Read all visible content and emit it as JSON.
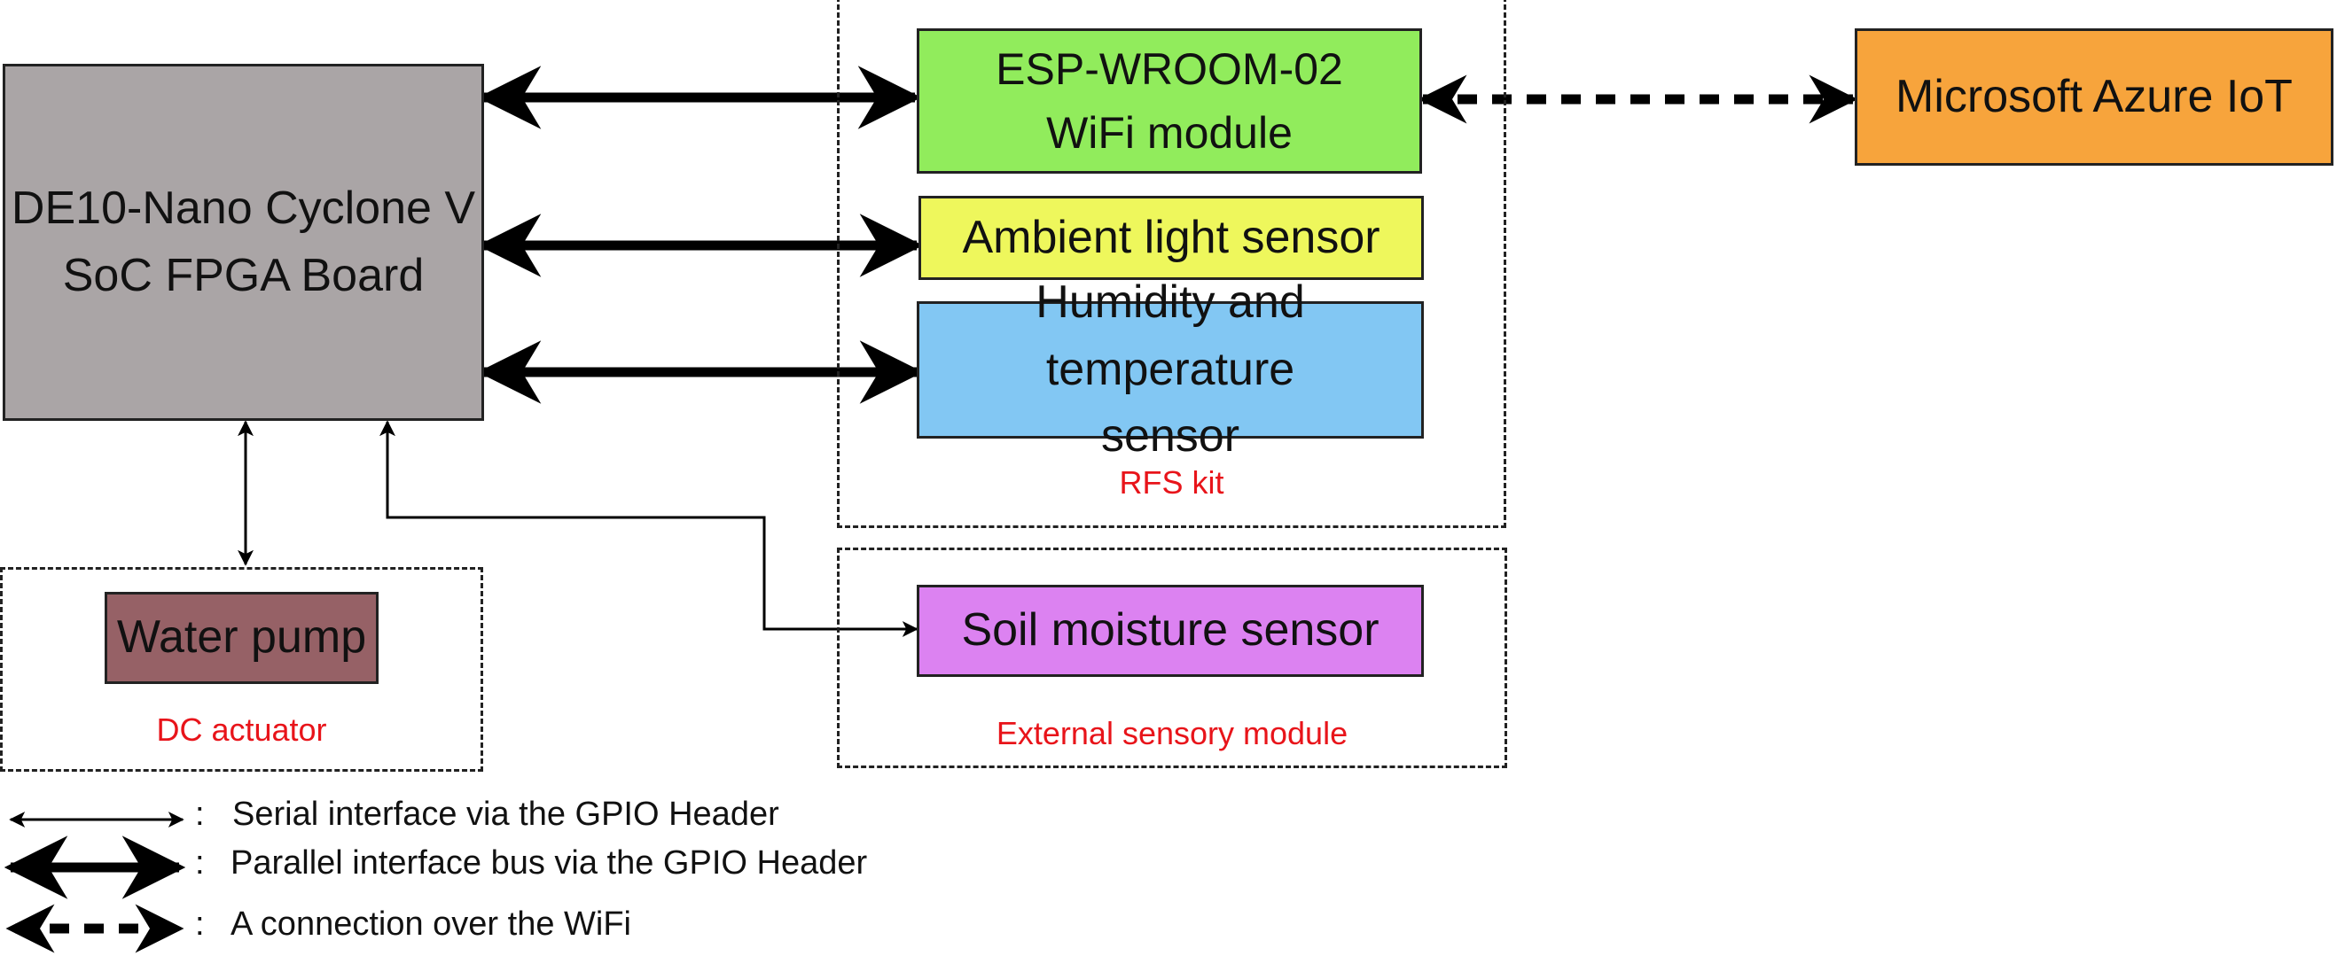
{
  "blocks": {
    "fpga": {
      "line1": "DE10-Nano Cyclone V",
      "line2": "SoC FPGA Board",
      "color": "#aaa5a6"
    },
    "wifi": {
      "line1": "ESP-WROOM-02",
      "line2": "WiFi module",
      "color": "#91ec5c"
    },
    "ambient": {
      "label": "Ambient light sensor",
      "color": "#eef75c"
    },
    "humidity": {
      "line1": "Humidity and temperature",
      "line2": "sensor",
      "color": "#82c7f3"
    },
    "azure": {
      "label": "Microsoft Azure IoT",
      "color": "#f7a43c"
    },
    "pump": {
      "label": "Water pump",
      "color": "#966166"
    },
    "soil": {
      "label": "Soil moisture sensor",
      "color": "#dc82f1"
    }
  },
  "groups": {
    "rfs": {
      "label": "RFS kit",
      "label_color": "#e8141a"
    },
    "external": {
      "label": "External sensory module",
      "label_color": "#e8141a"
    },
    "actuator": {
      "label": "DC actuator",
      "label_color": "#e8141a"
    }
  },
  "legend": {
    "separator": ":",
    "serial": "Serial interface via the  GPIO Header",
    "parallel": "Parallel interface  bus via the  GPIO Header",
    "wifi": "A connection over the WiFi"
  }
}
